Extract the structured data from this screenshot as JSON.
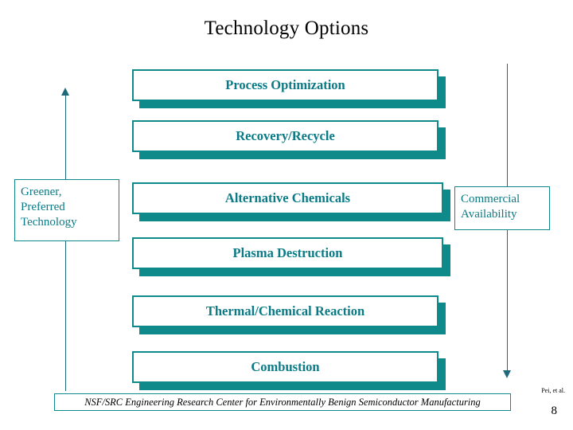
{
  "slide": {
    "title": "Technology Options",
    "colors": {
      "teal_border": "#0f8a8a",
      "teal_text": "#0a7a86",
      "arrow": "#1f6a7a",
      "background": "#ffffff"
    }
  },
  "options": [
    {
      "label": "Process Optimization"
    },
    {
      "label": "Recovery/Recycle"
    },
    {
      "label": "Alternative Chemicals"
    },
    {
      "label": "Plasma Destruction"
    },
    {
      "label": "Thermal/Chemical Reaction"
    },
    {
      "label": "Combustion"
    }
  ],
  "side_labels": {
    "left": "Greener,\nPreferred\nTechnology",
    "left_lines": [
      "Greener,",
      "Preferred",
      "Technology"
    ],
    "right": "Commercial\nAvailability",
    "right_lines": [
      "Commercial",
      "Availability"
    ]
  },
  "arrows": {
    "left_direction": "up",
    "right_direction": "down"
  },
  "footer": {
    "banner": "NSF/SRC Engineering Research Center for Environmentally Benign Semiconductor Manufacturing",
    "credit": "Pei, et al.",
    "page_number": "8"
  }
}
